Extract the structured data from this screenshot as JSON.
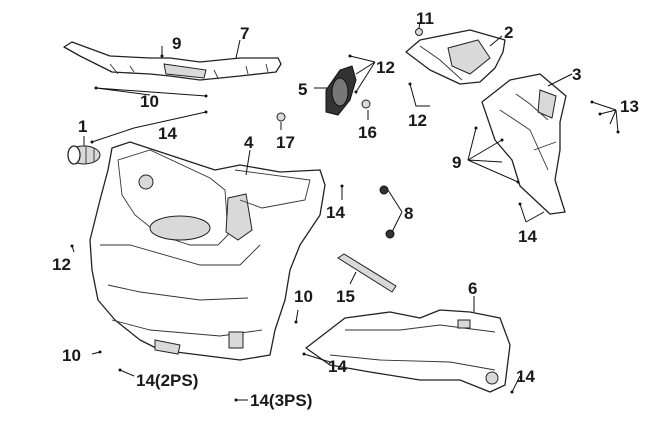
{
  "diagram": {
    "callouts": {
      "c1": "1",
      "c2": "2",
      "c3": "3",
      "c4": "4",
      "c5": "5",
      "c6": "6",
      "c7": "7",
      "c8": "8",
      "c9a": "9",
      "c9b": "9",
      "c10a": "10",
      "c10b": "10",
      "c10c": "10",
      "c11": "11",
      "c12a": "12",
      "c12b": "12",
      "c12c": "12",
      "c13": "13",
      "c14a": "14",
      "c14b": "14",
      "c14c": "14",
      "c14d": "14",
      "c14e": "14",
      "c14f": "14(2PS)",
      "c14g": "14(3PS)",
      "c15": "15",
      "c16": "16",
      "c17": "17"
    }
  }
}
